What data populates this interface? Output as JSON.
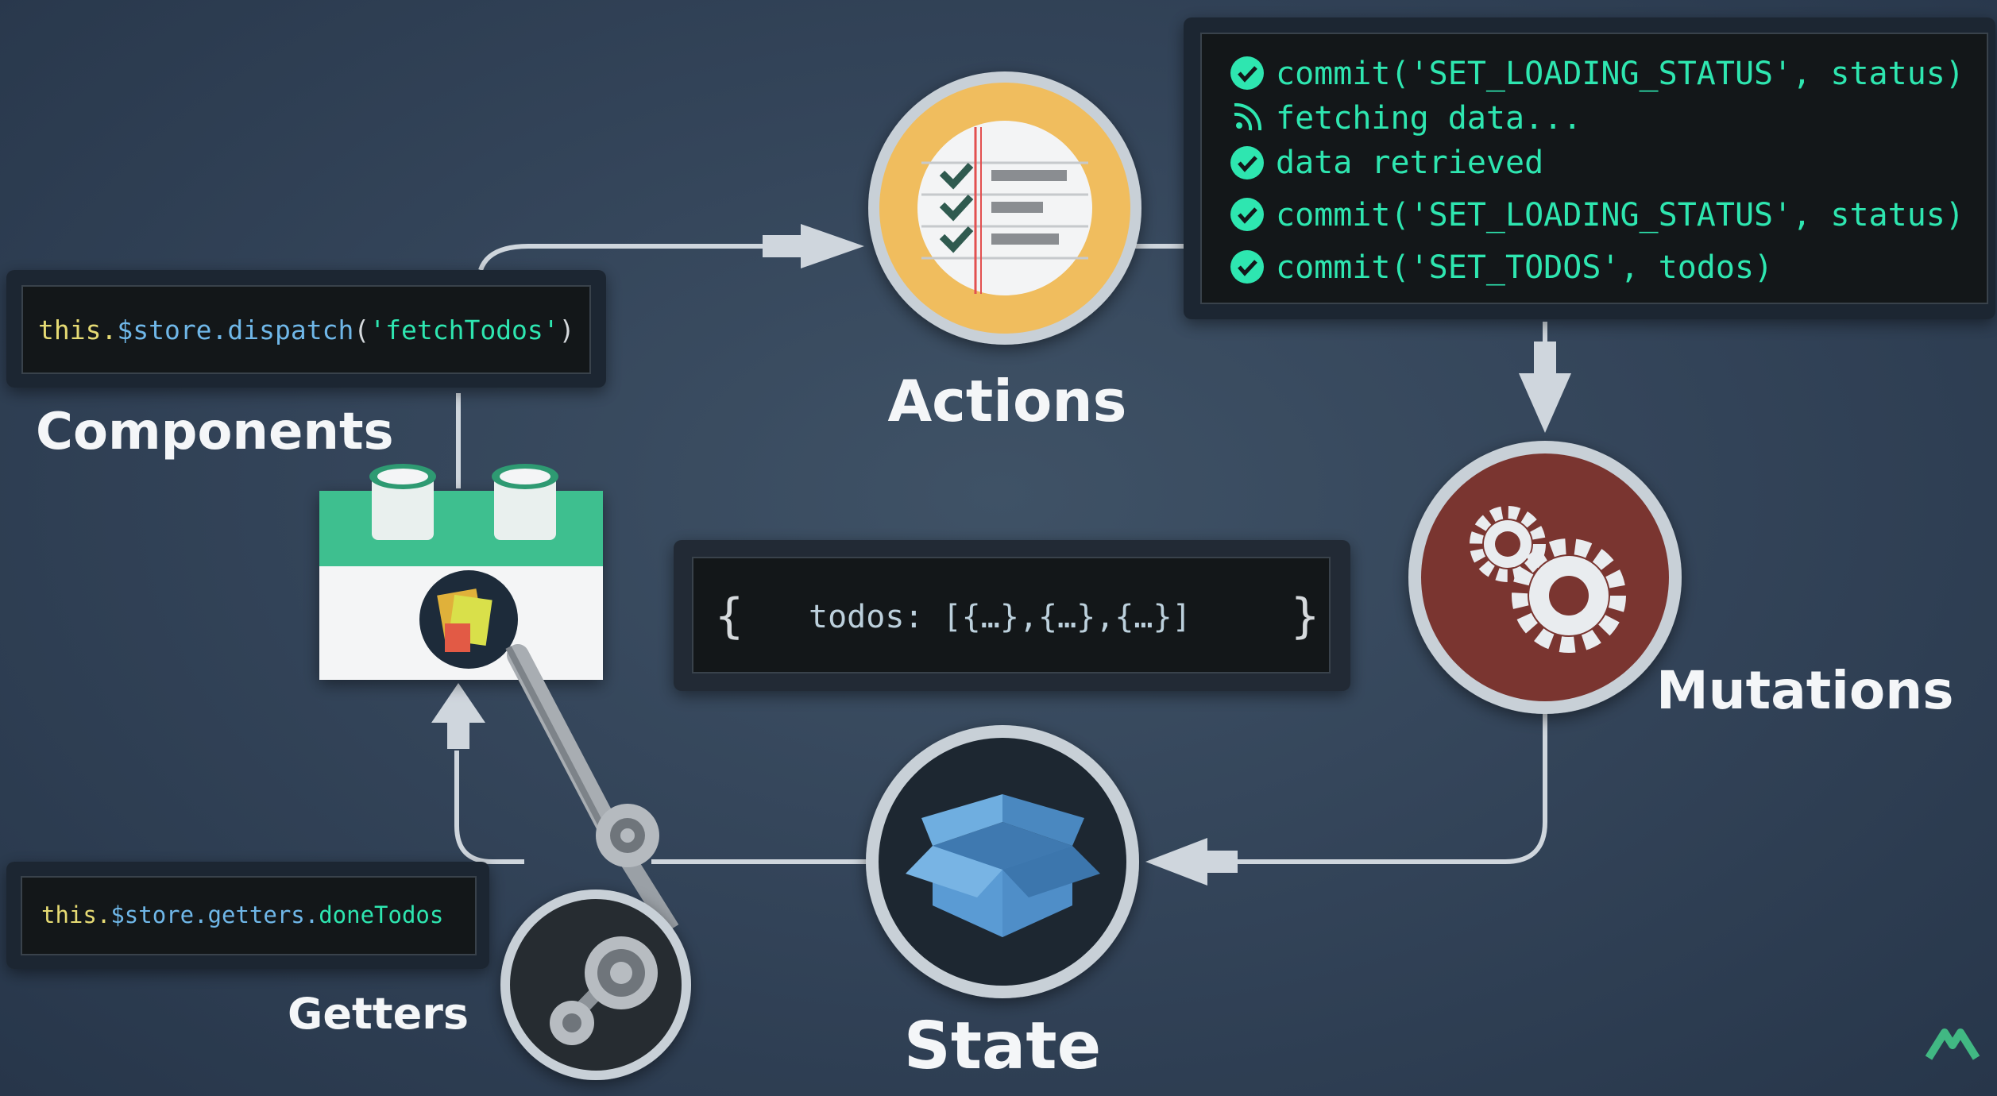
{
  "labels": {
    "actions": "Actions",
    "mutations": "Mutations",
    "state": "State",
    "getters": "Getters",
    "components": "Components"
  },
  "dispatch_code": {
    "prefix": "this.",
    "store": "$store.",
    "method": "dispatch",
    "open": "(",
    "arg": "'fetchTodos'",
    "close": ")"
  },
  "getters_code": {
    "prefix": "this.",
    "store": "$store.getters.",
    "prop": "doneTodos"
  },
  "state_code": {
    "open": "{",
    "body": "todos: [{…},{…},{…}]",
    "close": "}"
  },
  "action_log": [
    {
      "icon": "check-circle-icon",
      "text": "commit('SET_LOADING_STATUS', status)"
    },
    {
      "icon": "rss-feed-icon",
      "text": "fetching data..."
    },
    {
      "icon": "check-circle-icon",
      "text": "data retrieved"
    },
    {
      "icon": "check-circle-icon",
      "text": "commit('SET_LOADING_STATUS', status)"
    },
    {
      "icon": "check-circle-icon",
      "text": "commit('SET_TODOS', todos)"
    }
  ],
  "colors": {
    "background": "#34455a",
    "flow_line": "#cfd6dd",
    "code_green": "#2ee6b0",
    "code_yellow": "#e6db74",
    "code_blue": "#6fb7e8",
    "actions_fill": "#f0bd5e",
    "mutations_fill": "#7a3530",
    "state_fill": "#1d2731",
    "state_box": "#4f8ec8",
    "component_green": "#3ebf8f",
    "brand_green": "#41b883"
  },
  "icons": {
    "actions": "checklist-icon",
    "mutations": "gears-icon",
    "state": "open-box-icon",
    "getters": "pulley-icon",
    "components": "component-block-icon",
    "brand": "mastering-js-logo"
  }
}
